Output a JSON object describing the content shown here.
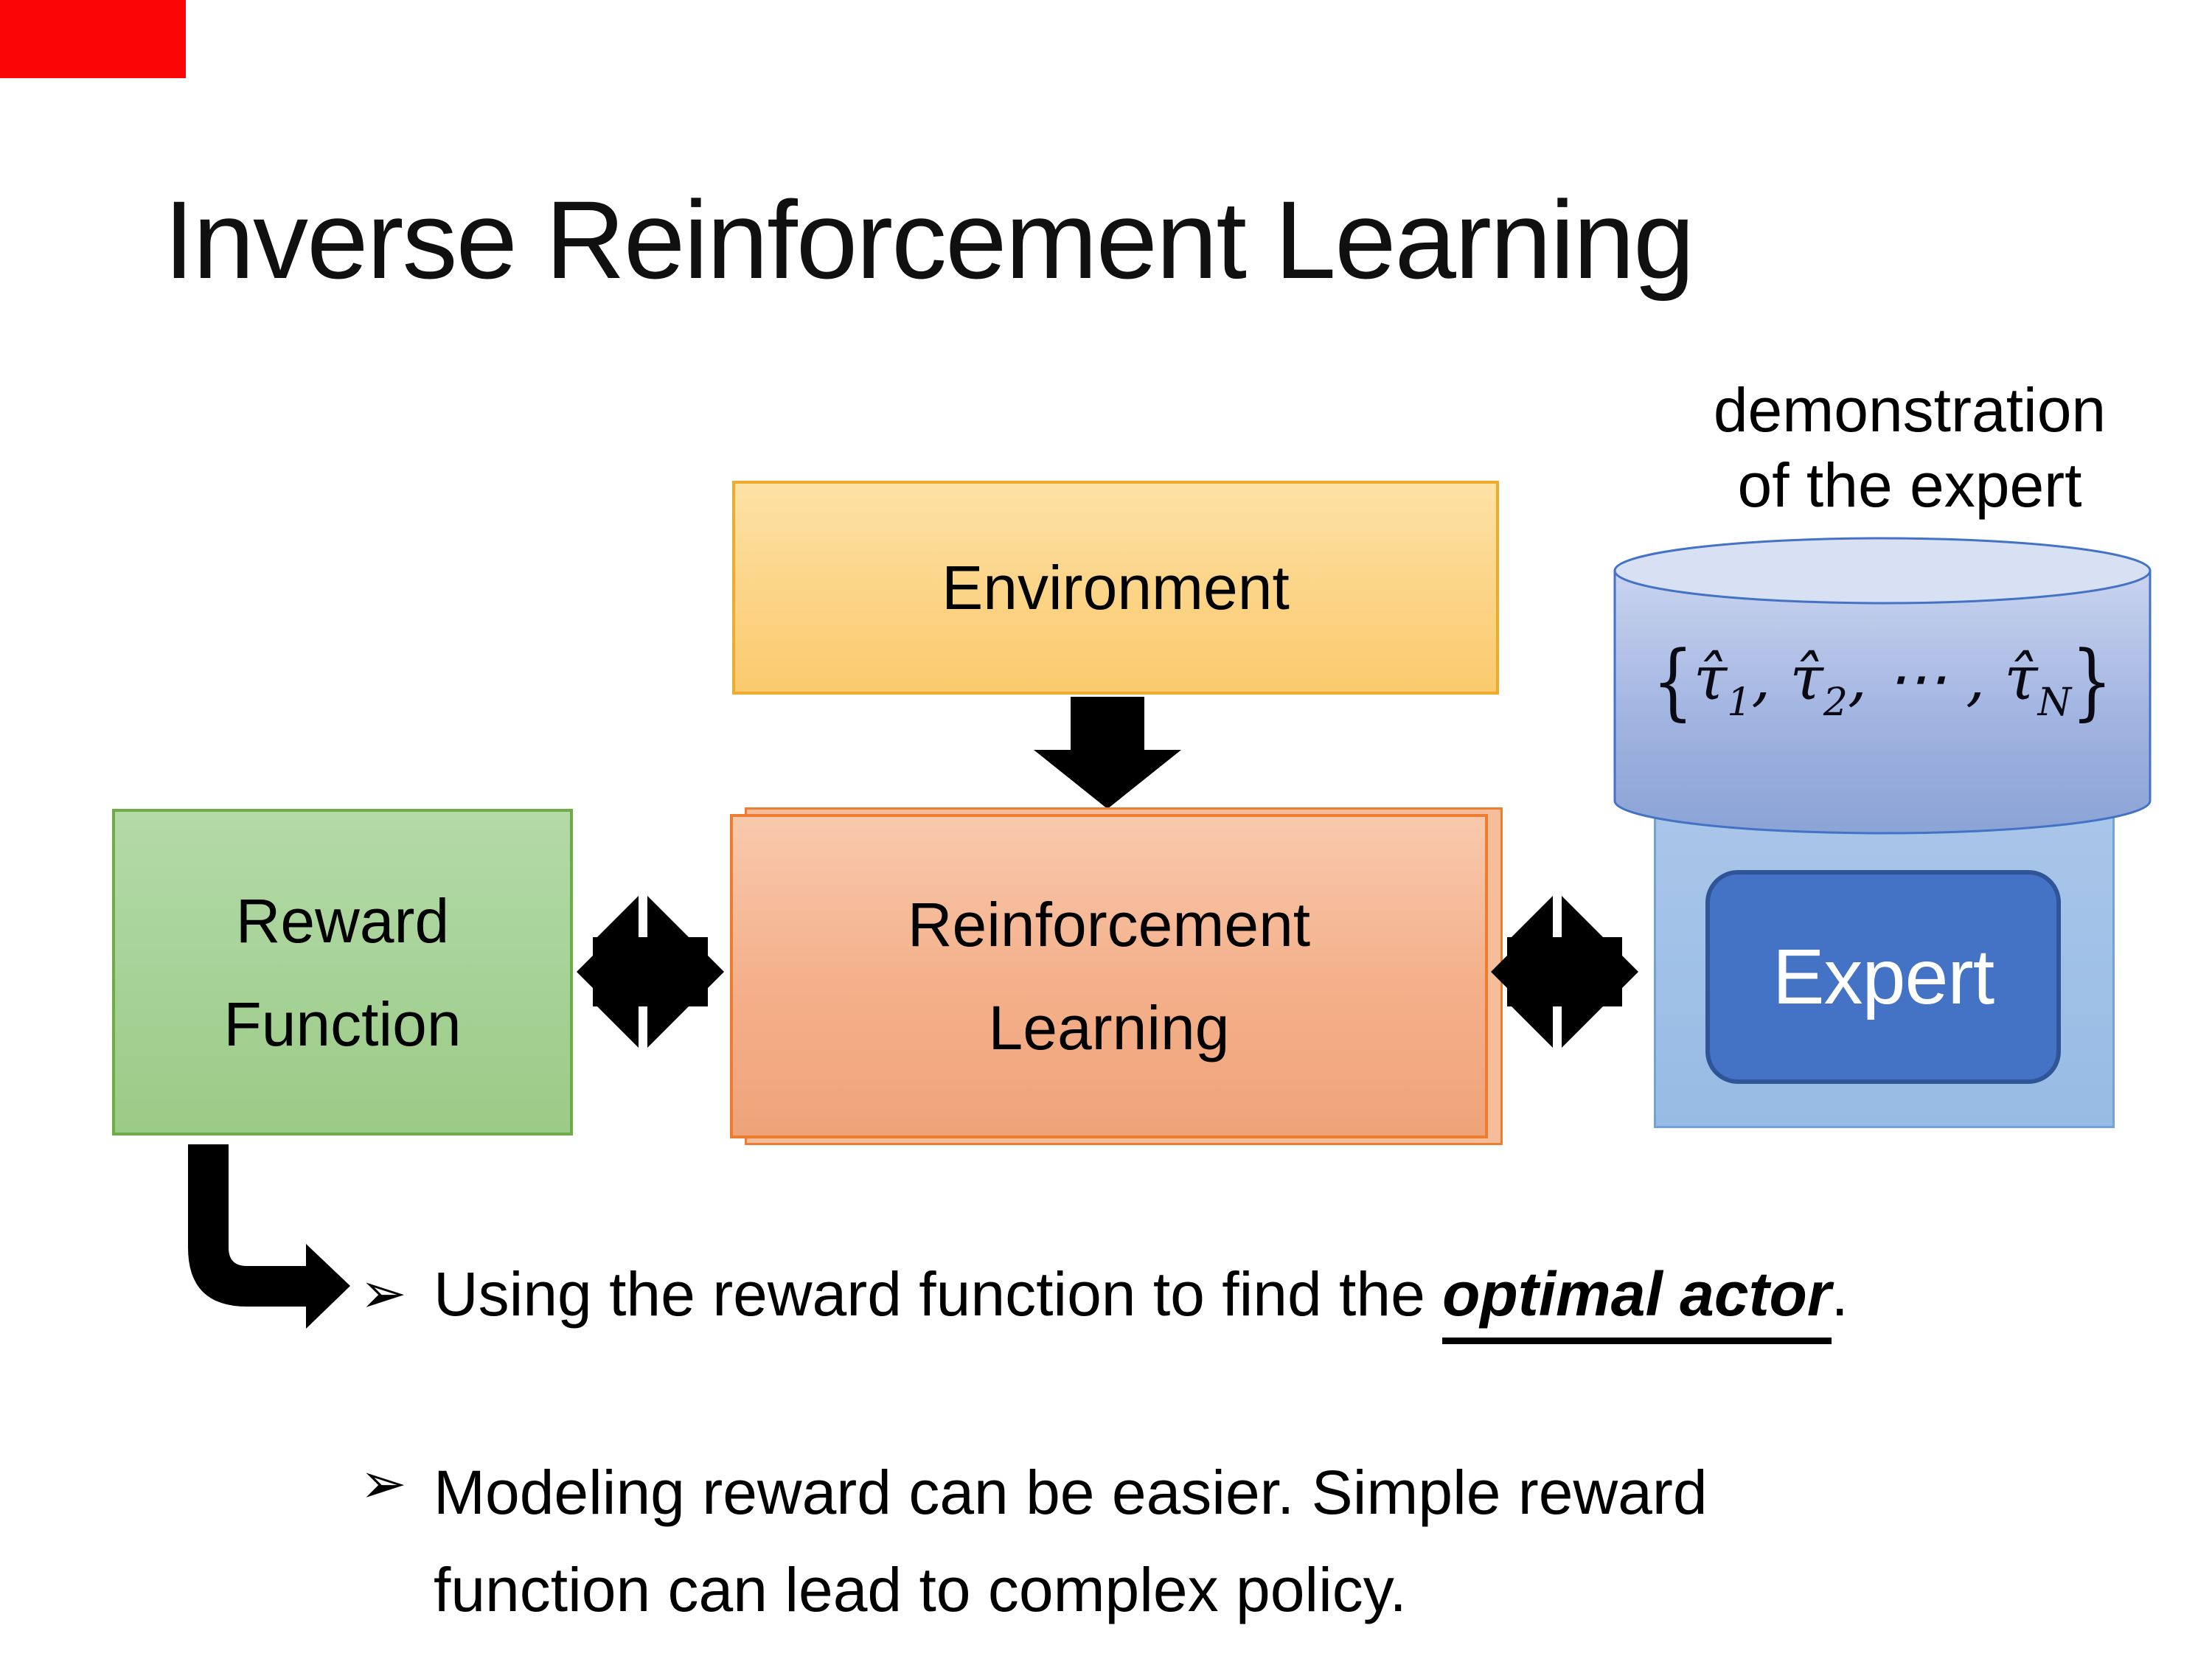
{
  "title": "Inverse Reinforcement Learning",
  "demo_label": {
    "line1": "demonstration",
    "line2": "of the expert"
  },
  "environment": {
    "label": "Environment"
  },
  "reward_function": {
    "line1": "Reward",
    "line2": "Function"
  },
  "reinforcement_learning": {
    "line1": "Reinforcement",
    "line2": "Learning"
  },
  "expert": {
    "label": "Expert"
  },
  "dataset": {
    "formula": {
      "s0": "{",
      "s1": "τ̂",
      "s2": "1",
      "s3": ", ",
      "s4": "τ̂",
      "s5": "2",
      "s6": ", ⋯ , ",
      "s7": "τ̂",
      "s8": "N",
      "s9": "}"
    }
  },
  "bullets": {
    "b1": {
      "marker": "➢",
      "text_before": "Using the reward function to find the ",
      "emphasis": "optimal actor",
      "text_after": "."
    },
    "b2": {
      "marker": "➢",
      "line1": "Modeling reward can be easier. Simple reward",
      "line2": "function can lead to complex policy."
    }
  },
  "icons": {
    "down_arrow": "down-block-arrow",
    "exchange_arrow": "double-exchange-arrow",
    "elbow_arrow": "bent-right-block-arrow",
    "bullet_marker": "3d-right-arrowhead",
    "cylinder": "database-cylinder"
  },
  "colors": {
    "env_fill": "#fcd68b",
    "env_border": "#efac2c",
    "green_fill": "#a8d39a",
    "green_border": "#6fac47",
    "orange_fill": "#f4b18c",
    "orange_border": "#ed7d31",
    "cylinder_fill": "#9dafdd",
    "cylinder_border": "#4472c4",
    "panel_fill": "#a5c4e7",
    "panel_border": "#74a2d8",
    "expert_fill": "#4472c4",
    "expert_border": "#2f5597",
    "arrow_black": "#000000",
    "red_marker": "#fb0606"
  }
}
